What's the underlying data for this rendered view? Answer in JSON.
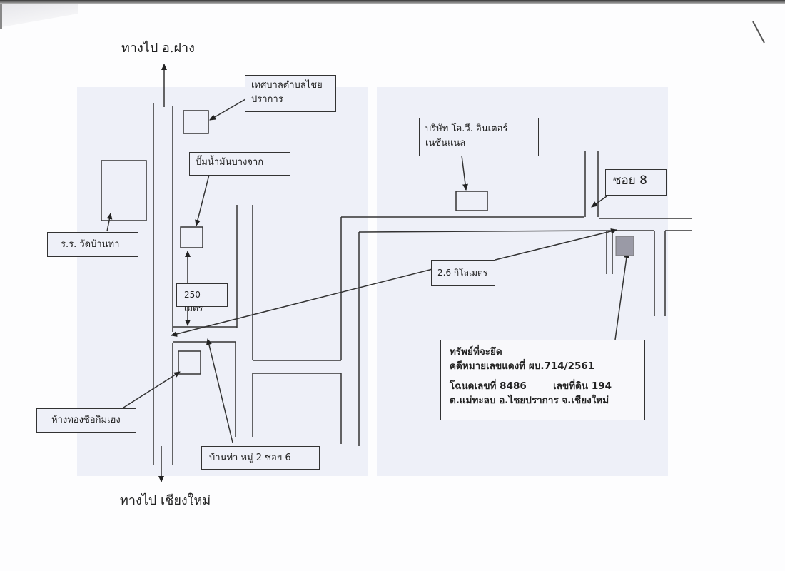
{
  "map": {
    "title_north": "ทางไป อ.ฝาง",
    "title_south": "ทางไป เชียงใหม่",
    "landmarks": {
      "municipality": "เทศบาลตำบลไชยปราการ",
      "municipality_line1": "เทศบาลตำบลไชย",
      "municipality_line2": "ปราการ",
      "gas_station": "ปั๊มน้ำมันบางจาก",
      "school": "ร.ร. วัดบ้านท่า",
      "gold_shop": "ห้างทองซือกิมเฮง",
      "village_soi": "บ้านท่า หมู่ 2 ซอย 6",
      "company_line1": "บริษัท โอ.วี. อินเตอร์",
      "company_line2": "เนชันแนล",
      "soi8": "ซอย 8"
    },
    "distances": {
      "short": "250 เมตร",
      "long": "2.6 กิโลเมตร"
    },
    "property": {
      "heading": "ทรัพย์ที่จะยึด",
      "case_number": "คดีหมายเลขแดงที่ ผบ.714/2561",
      "deed": "โฉนดเลขที่ 8486",
      "land_number": "เลขที่ดิน 194",
      "location": "ต.แม่ทะลบ อ.ไชยปราการ จ.เชียงใหม่"
    },
    "colors": {
      "line": "#333333",
      "label_bg": "#eef0f8",
      "property_marker": "#9a9aa6"
    }
  }
}
